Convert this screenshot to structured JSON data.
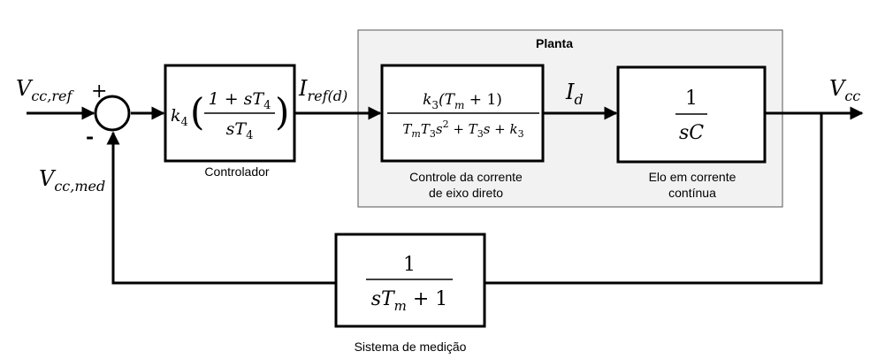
{
  "diagram": {
    "plant_title": "Planta",
    "signals": {
      "vcc_ref": {
        "main": "V",
        "sub": "cc,ref"
      },
      "vcc_med": {
        "main": "V",
        "sub": "cc,med"
      },
      "iref": {
        "main": "I",
        "sub": "ref(d)"
      },
      "id": {
        "main": "I",
        "sub": "d"
      },
      "vcc": {
        "main": "V",
        "sub": "cc"
      },
      "plus": "+",
      "minus": "-"
    },
    "blocks": {
      "controller": {
        "caption": "Controlador",
        "gain": "k",
        "gain_sub": "4",
        "num": "1 + sT",
        "num_sub": "4",
        "den": "sT",
        "den_sub": "4"
      },
      "current_control": {
        "caption_line1": "Controle da corrente",
        "caption_line2": "de eixo direto",
        "num_k": "k",
        "num_k_sub": "3",
        "num_rest": "(T",
        "num_rest_sub": "m",
        "num_tail": " + 1)",
        "den": "T",
        "den_sub1": "m",
        "den_t": "T",
        "den_sub2": "3",
        "den_s": "s",
        "den_sup": "2",
        "den_tail": " + T",
        "den_sub3": "3",
        "den_tail2": "s + k",
        "den_sub4": "3"
      },
      "dc_link": {
        "caption_line1": "Elo em corrente",
        "caption_line2": "contínua",
        "num": "1",
        "den": "sC"
      },
      "measurement": {
        "caption": "Sistema de medição",
        "num": "1",
        "den": "sT",
        "den_sub": "m",
        "den_tail": " + 1"
      }
    }
  }
}
